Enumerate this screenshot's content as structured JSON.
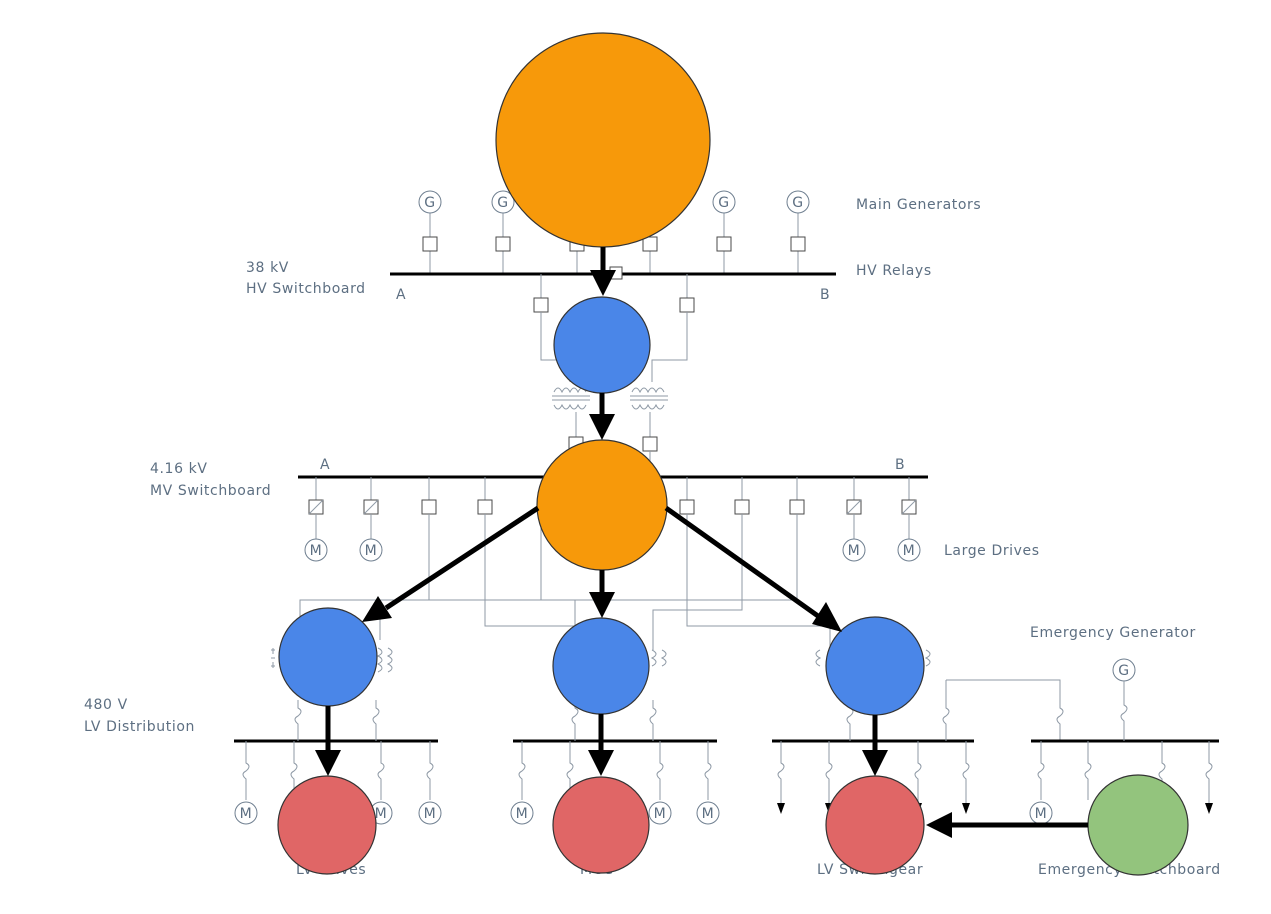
{
  "labels": {
    "hv_voltage": "38 kV",
    "hv_switchboard": "HV Switchboard",
    "hv_bus_a": "A",
    "hv_bus_b": "B",
    "main_generators": "Main Generators",
    "hv_relays": "HV Relays",
    "mv_voltage": "4.16 kV",
    "mv_switchboard": "MV Switchboard",
    "mv_bus_a": "A",
    "mv_bus_b": "B",
    "large_drives": "Large Drives",
    "emergency_generator": "Emergency Generator",
    "lv_voltage": "480 V",
    "lv_distribution": "LV Distribution",
    "lv_drives": "LV Drives",
    "mcc": "MCC",
    "lv_switchgear": "LV Switchgear",
    "emergency_switchboard": "Emergency Switchboard"
  },
  "symbols": {
    "generator": "G",
    "motor": "M",
    "emergency_gen": "G"
  },
  "colors": {
    "orange_node": "#f7990a",
    "blue_node": "#4a86e8",
    "red_node": "#e06666",
    "green_node": "#93c47d"
  }
}
